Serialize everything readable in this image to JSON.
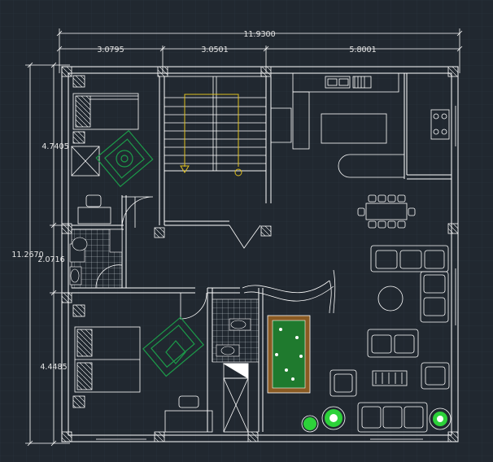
{
  "dimensions": {
    "overall_width": "11.9300",
    "segment_1": "3.0795",
    "segment_2": "3.0501",
    "segment_3": "5.8001",
    "overall_height": "11.2670",
    "left_1": "4.7405",
    "left_2": "2.0716",
    "left_3": "4.4485"
  },
  "colors": {
    "background": "#212830",
    "line": "#ffffff",
    "stair_arrow": "#e0c020",
    "rug": "#1c9c4a",
    "pool_table_felt": "#1f7a2e",
    "pool_table_rail": "#8a5a22",
    "plant": "#2dd23a"
  }
}
